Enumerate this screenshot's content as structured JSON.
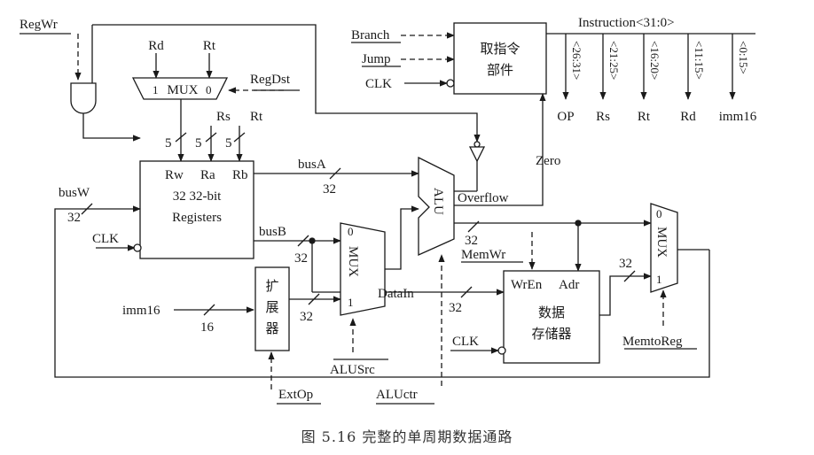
{
  "caption": "图 5.16 完整的单周期数据通路",
  "control_signals": {
    "regwr": "RegWr",
    "regdst": "RegDst",
    "branch": "Branch",
    "jump": "Jump",
    "clk": "CLK",
    "memwr": "MemWr",
    "alusrc": "ALUSrc",
    "extop": "ExtOp",
    "aluctr": "ALUctr",
    "memtoreg": "MemtoReg"
  },
  "fetch_unit": {
    "line1": "取指令",
    "line2": "部件"
  },
  "instruction": {
    "label": "Instruction<31:0>",
    "fields": [
      {
        "bits": "<26:31>",
        "name": "OP"
      },
      {
        "bits": "<21:25>",
        "name": "Rs"
      },
      {
        "bits": "<16:20>",
        "name": "Rt"
      },
      {
        "bits": "<11:15>",
        "name": "Rd"
      },
      {
        "bits": "<0:15>",
        "name": "imm16"
      }
    ]
  },
  "regdst_mux": {
    "label": "MUX",
    "in1": "1",
    "in0": "0",
    "top_in1": "Rd",
    "top_in0": "Rt"
  },
  "register_file": {
    "rw": "Rw",
    "ra": "Ra",
    "rb": "Rb",
    "line1": "32 32-bit",
    "line2": "Registers",
    "rs": "Rs",
    "rt": "Rt"
  },
  "alu": {
    "label": "ALU",
    "zero": "Zero",
    "overflow": "Overflow"
  },
  "alusrc_mux": {
    "label": "MUX",
    "in0": "0",
    "in1": "1"
  },
  "extender": {
    "chars": [
      "扩",
      "展",
      "器"
    ],
    "input": "imm16"
  },
  "data_memory": {
    "wren": "WrEn",
    "adr": "Adr",
    "line1": "数据",
    "line2": "存储器",
    "datain": "DataIn"
  },
  "memtoreg_mux": {
    "label": "MUX",
    "in0": "0",
    "in1": "1"
  },
  "buses": {
    "busa": "busA",
    "busb": "busB",
    "busw": "busW"
  },
  "widths": {
    "w5": "5",
    "w16": "16",
    "w32": "32"
  }
}
